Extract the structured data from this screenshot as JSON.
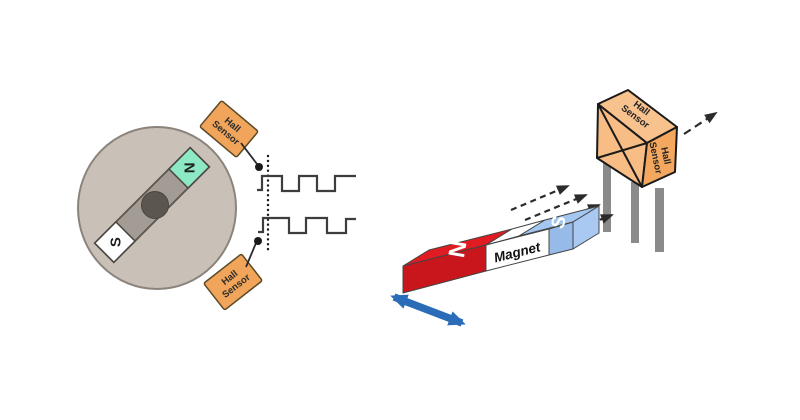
{
  "left_diagram": {
    "rotor_n_label": "N",
    "rotor_s_label": "S",
    "sensor_top": {
      "line1": "Hall",
      "line2": "Sensor"
    },
    "sensor_bottom": {
      "line1": "Hall",
      "line2": "Sensor"
    }
  },
  "right_diagram": {
    "magnet_n_label": "N",
    "magnet_s_label": "S",
    "magnet_body_label": "Magnet",
    "package_top": {
      "line1": "Hall",
      "line2": "Sensor"
    },
    "package_side": {
      "line1": "Hall",
      "line2": "Sensor"
    }
  },
  "icons": {
    "field_arrows": "dashed-arrow-icon",
    "output_arrow": "dashed-arrow-icon",
    "motion_arrow": "double-headed-arrow-icon"
  },
  "colors": {
    "disc_fill": "#c9c0b8",
    "disc_stroke": "#8b847c",
    "bar_fill": "#a39c95",
    "hub_fill": "#5b564f",
    "pole_n_fill": "#8de9c5",
    "pole_s_fill": "#ffffff",
    "hall_label_fill": "#f0a55a",
    "signal_stroke": "#3d3d3d",
    "package_top_fill": "#f8c28e",
    "package_side_fill": "#f3a75f",
    "package_front_fill": "#f7bd85",
    "leg_fill": "#8a8a8a",
    "magnet_red_top": "#e01b22",
    "magnet_red_front": "#c8161c",
    "magnet_blue_top": "#a4c6f0",
    "magnet_blue_front": "#97bbe9",
    "magnet_blue_end": "#a9c9f2",
    "magnet_white": "#ffffff",
    "motion_arrow": "#2b6cb8",
    "field_arrow": "#2b2b2b"
  }
}
